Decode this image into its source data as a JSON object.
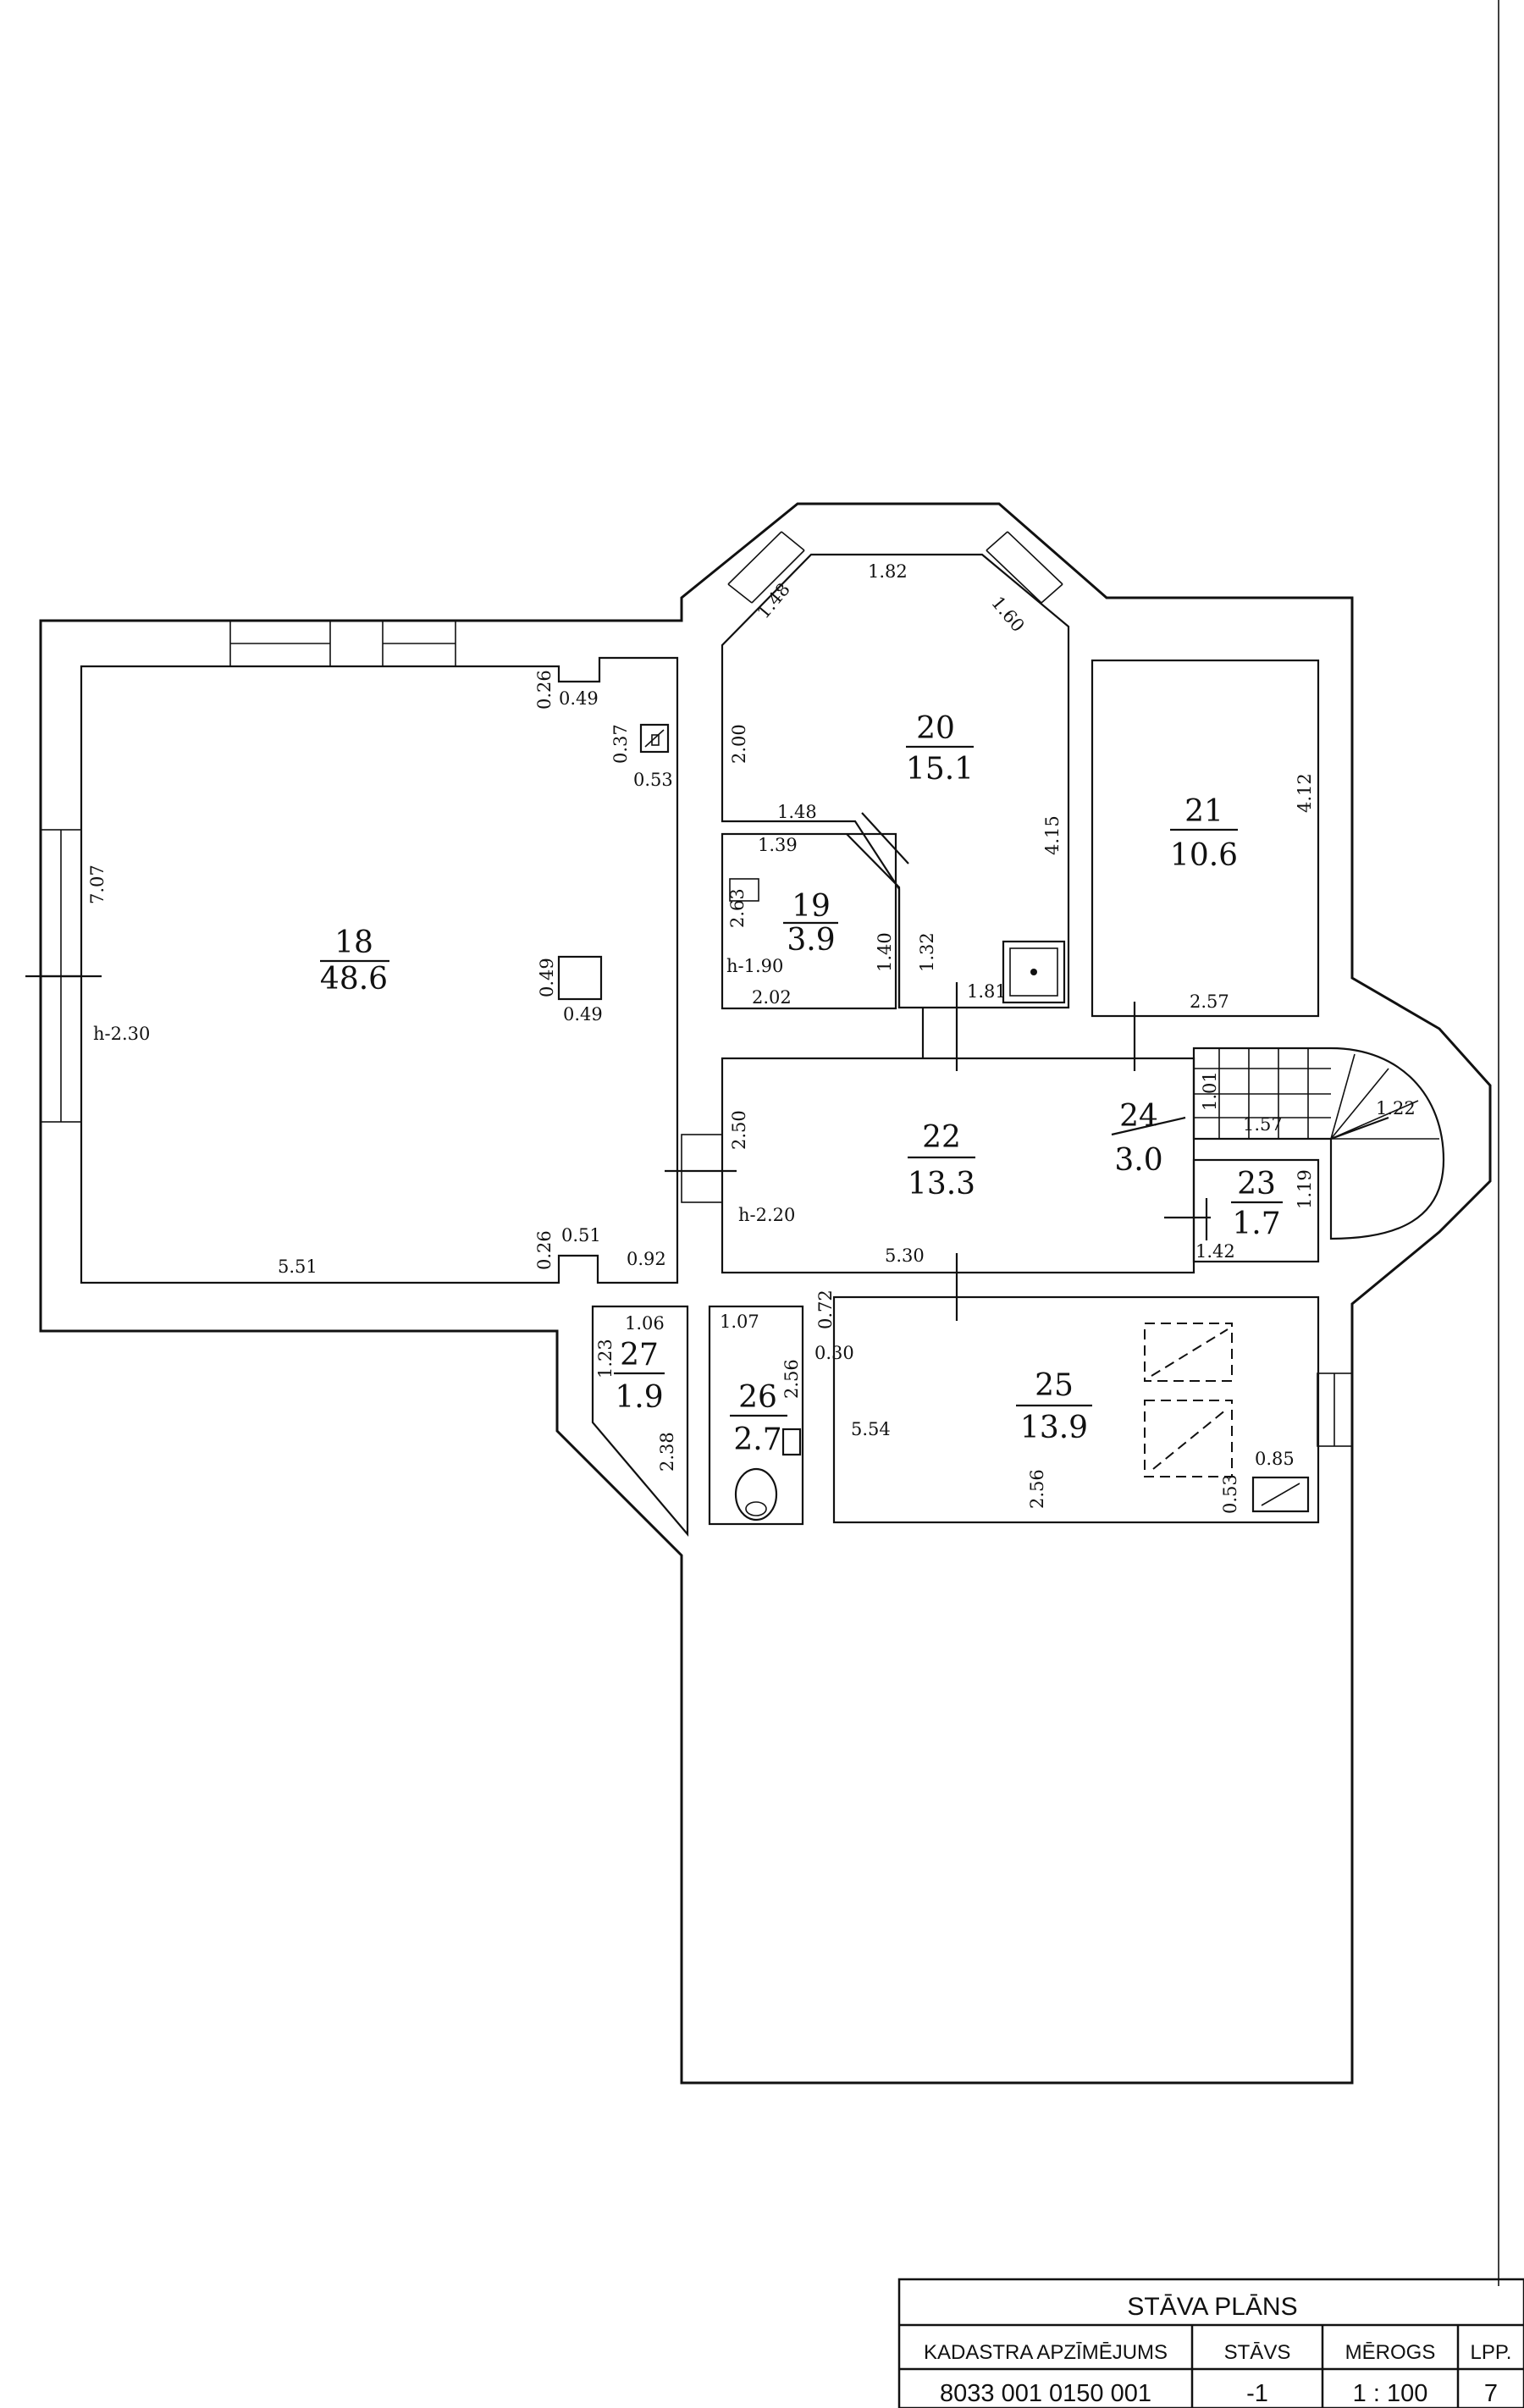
{
  "rooms": [
    {
      "id": "18",
      "area": "48.6"
    },
    {
      "id": "19",
      "area": "3.9"
    },
    {
      "id": "20",
      "area": "15.1"
    },
    {
      "id": "21",
      "area": "10.6"
    },
    {
      "id": "22",
      "area": "13.3"
    },
    {
      "id": "23",
      "area": "1.7"
    },
    {
      "id": "24",
      "area": "3.0"
    },
    {
      "id": "25",
      "area": "13.9"
    },
    {
      "id": "26",
      "area": "2.7"
    },
    {
      "id": "27",
      "area": "1.9"
    }
  ],
  "heights": {
    "room18": "h-2.30",
    "room19": "h-1.90",
    "room22": "h-2.20"
  },
  "dimensions": {
    "d707": "7.07",
    "d551": "5.51",
    "d026a": "0.26",
    "d049a": "0.49",
    "d037": "0.37",
    "d053": "0.53",
    "d049b": "0.49",
    "d049c": "0.49",
    "d026b": "0.26",
    "d051": "0.51",
    "d092": "0.92",
    "d182": "1.82",
    "d148a": "1.48",
    "d160": "1.60",
    "d200": "2.00",
    "d415": "4.15",
    "d148b": "1.48",
    "d139": "1.39",
    "d263": "2.63",
    "d140": "1.40",
    "d132": "1.32",
    "d202": "2.02",
    "d181": "1.81",
    "d412": "4.12",
    "d257": "2.57",
    "d250": "2.50",
    "d530": "5.30",
    "d101": "1.01",
    "d157": "1.57",
    "d122": "1.22",
    "d119": "1.19",
    "d142": "1.42",
    "d106": "1.06",
    "d123": "1.23",
    "d238": "2.38",
    "d107": "1.07",
    "d256a": "2.56",
    "d072": "0.72",
    "d030": "0.30",
    "d554": "5.54",
    "d256b": "2.56",
    "d085": "0.85",
    "d053b": "0.53"
  },
  "title_block": {
    "title": "STĀVA PLĀNS",
    "col_cadastre": "KADASTRA APZĪMĒJUMS",
    "col_floor": "STĀVS",
    "col_scale": "MĒROGS",
    "col_page": "LPP.",
    "val_cadastre": "8033 001 0150 001",
    "val_floor": "-1",
    "val_scale": "1 : 100",
    "val_page": "7"
  }
}
